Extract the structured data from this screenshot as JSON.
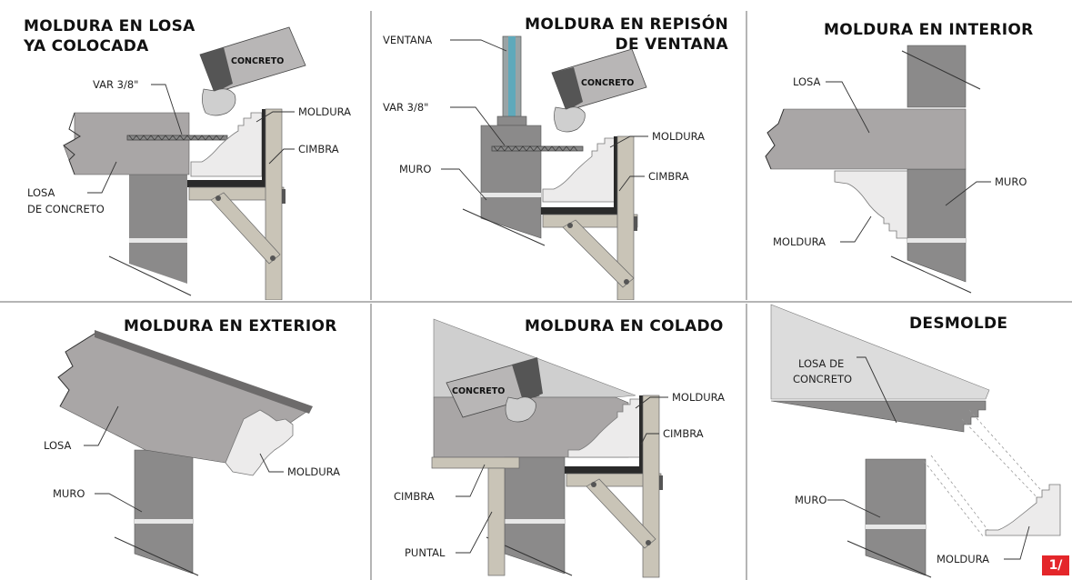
{
  "colors": {
    "slab": "#a9a6a6",
    "wall": "#8b8a8a",
    "wood": "#c9c4b7",
    "moldura": "#ecebeb",
    "formwork": "#2a2a2a",
    "roof": "#6d6b6b",
    "badge": "#e4262a"
  },
  "icons": [
    "concrete-bucket-icon",
    "rebar-icon",
    "break-line-icon"
  ],
  "panels": {
    "p1": {
      "title1": "MOLDURA EN LOSA",
      "title2": "YA COLOCADA",
      "bucket": "CONCRETO",
      "var": "VAR 3/8\"",
      "moldura": "MOLDURA",
      "cimbra": "CIMBRA",
      "losa1": "LOSA",
      "losa2": "DE CONCRETO"
    },
    "p2": {
      "title1": "MOLDURA EN REPISÓN",
      "title2": "DE VENTANA",
      "ventana": "VENTANA",
      "var": "VAR 3/8\"",
      "bucket": "CONCRETO",
      "moldura": "MOLDURA",
      "muro": "MURO",
      "cimbra": "CIMBRA"
    },
    "p3": {
      "title": "MOLDURA EN INTERIOR",
      "losa": "LOSA",
      "muro": "MURO",
      "moldura": "MOLDURA"
    },
    "p4": {
      "title": "MOLDURA EN EXTERIOR",
      "losa": "LOSA",
      "moldura": "MOLDURA",
      "muro": "MURO"
    },
    "p5": {
      "title": "MOLDURA EN COLADO",
      "bucket": "CONCRETO",
      "moldura": "MOLDURA",
      "cimbra_right": "CIMBRA",
      "cimbra_left": "CIMBRA",
      "puntal": "PUNTAL"
    },
    "p6": {
      "title": "DESMOLDE",
      "losa1": "LOSA DE",
      "losa2": "CONCRETO",
      "muro": "MURO",
      "moldura": "MOLDURA"
    }
  },
  "page_badge": "1/"
}
